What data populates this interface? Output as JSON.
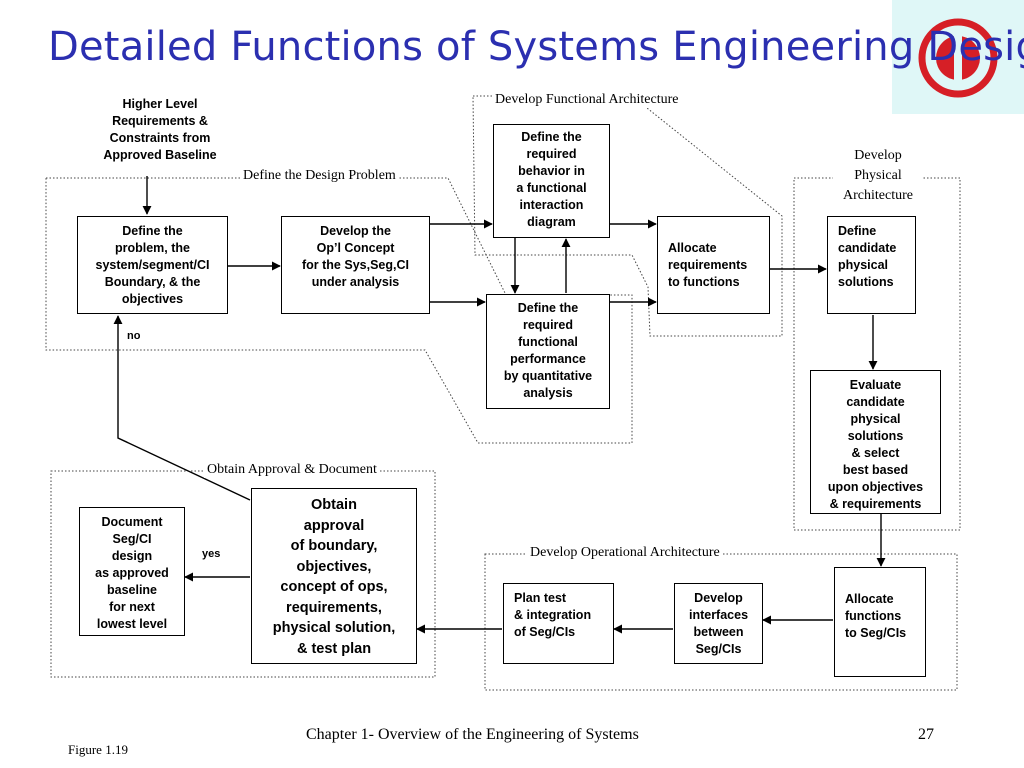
{
  "title": "Detailed Functions of Systems Engineering Design",
  "logo": {
    "name": "university-logo",
    "colors": [
      "#d61f26",
      "#dff7f7"
    ]
  },
  "input_text": "Higher Level\nRequirements &\nConstraints from\nApproved Baseline",
  "regions": {
    "design_problem": "Define the Design Problem",
    "functional_architecture": "Develop Functional Architecture",
    "physical_architecture": "Develop\nPhysical\nArchitecture",
    "approval": "Obtain Approval & Document",
    "operational_architecture": "Develop Operational Architecture"
  },
  "boxes": {
    "define_problem": "Define the\nproblem, the\nsystem/segment/CI\nBoundary, & the\nobjectives",
    "op_concept": "Develop the\nOp’l Concept\nfor the Sys,Seg,CI\nunder analysis",
    "required_behavior": "Define the\nrequired\nbehavior in\na functional\ninteraction\ndiagram",
    "required_performance": "Define the\nrequired\nfunctional\nperformance\nby quantitative\nanalysis",
    "allocate_requirements": "Allocate\nrequirements\nto functions",
    "candidate_physical": "Define\ncandidate\nphysical\nsolutions",
    "evaluate_candidates": "Evaluate\ncandidate\nphysical\nsolutions\n& select\nbest based\nupon objectives\n& requirements",
    "allocate_functions": "Allocate\nfunctions\nto Seg/CIs",
    "develop_interfaces": "Develop\ninterfaces\nbetween\nSeg/CIs",
    "plan_test": "Plan test\n& integration\nof Seg/CIs",
    "obtain_approval": "Obtain\napproval\nof boundary,\nobjectives,\nconcept of ops,\nrequirements,\nphysical solution,\n& test plan",
    "document": "Document\nSeg/CI\ndesign\nas approved\nbaseline\nfor next\nlowest level"
  },
  "decisions": {
    "no": "no",
    "yes": "yes"
  },
  "footer": {
    "chapter": "Chapter 1- Overview of the Engineering of Systems",
    "page": "27",
    "figure": "Figure 1.19"
  }
}
